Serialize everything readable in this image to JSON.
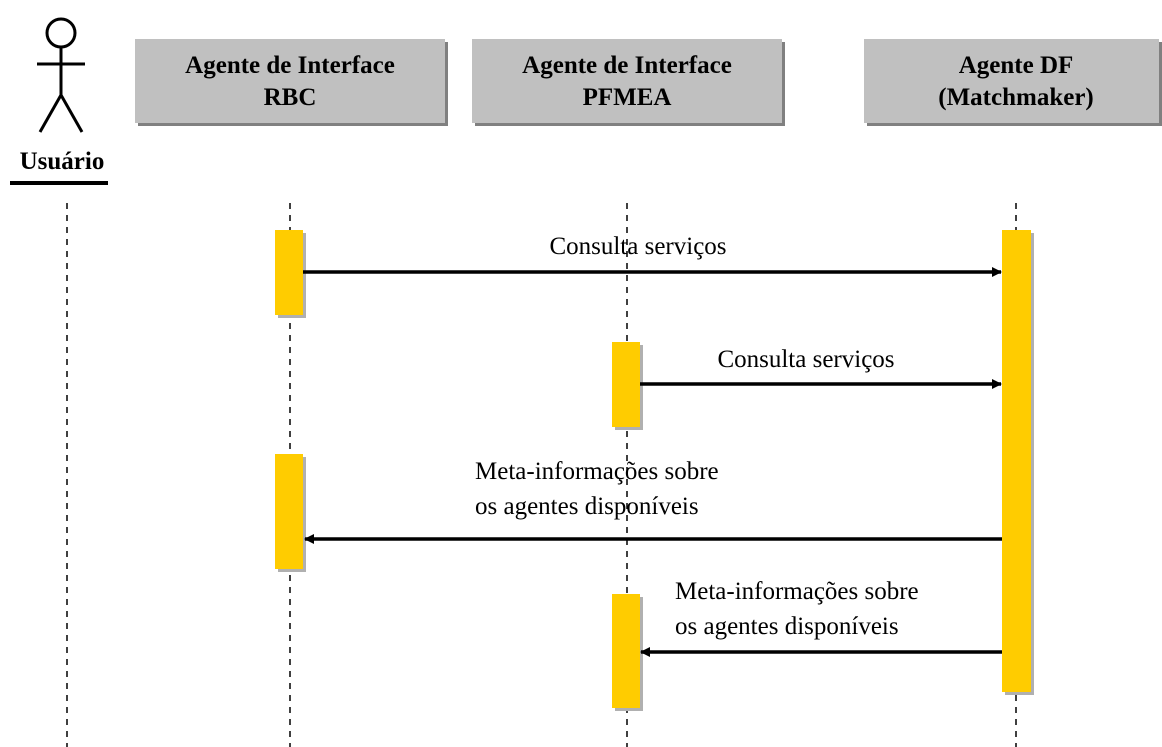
{
  "actor": {
    "name": "Usuário"
  },
  "participants": [
    {
      "id": "rbc",
      "line1": "Agente de Interface",
      "line2": "RBC"
    },
    {
      "id": "pfmea",
      "line1": "Agente de Interface",
      "line2": "PFMEA"
    },
    {
      "id": "df",
      "line1": "Agente DF",
      "line2": "(Matchmaker)"
    }
  ],
  "messages": [
    {
      "from": "rbc",
      "to": "df",
      "line1": "Consulta serviços",
      "line2": ""
    },
    {
      "from": "pfmea",
      "to": "df",
      "line1": "Consulta serviços",
      "line2": ""
    },
    {
      "from": "df",
      "to": "rbc",
      "line1": "Meta-informações sobre",
      "line2": "os agentes disponíveis"
    },
    {
      "from": "df",
      "to": "pfmea",
      "line1": "Meta-informações sobre",
      "line2": "os agentes disponíveis"
    }
  ],
  "colors": {
    "box_fill": "#c0c0c0",
    "box_shadow": "#808080",
    "activation": "#ffcc00",
    "activation_shadow": "#b0b0b0",
    "line": "#000000"
  }
}
